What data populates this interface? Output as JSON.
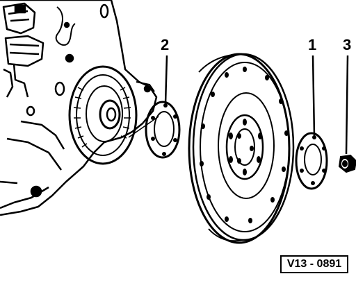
{
  "callouts": [
    {
      "id": "1",
      "text": "1"
    },
    {
      "id": "2",
      "text": "2"
    },
    {
      "id": "3",
      "text": "3"
    }
  ],
  "figure_code": "V13 - 0891"
}
